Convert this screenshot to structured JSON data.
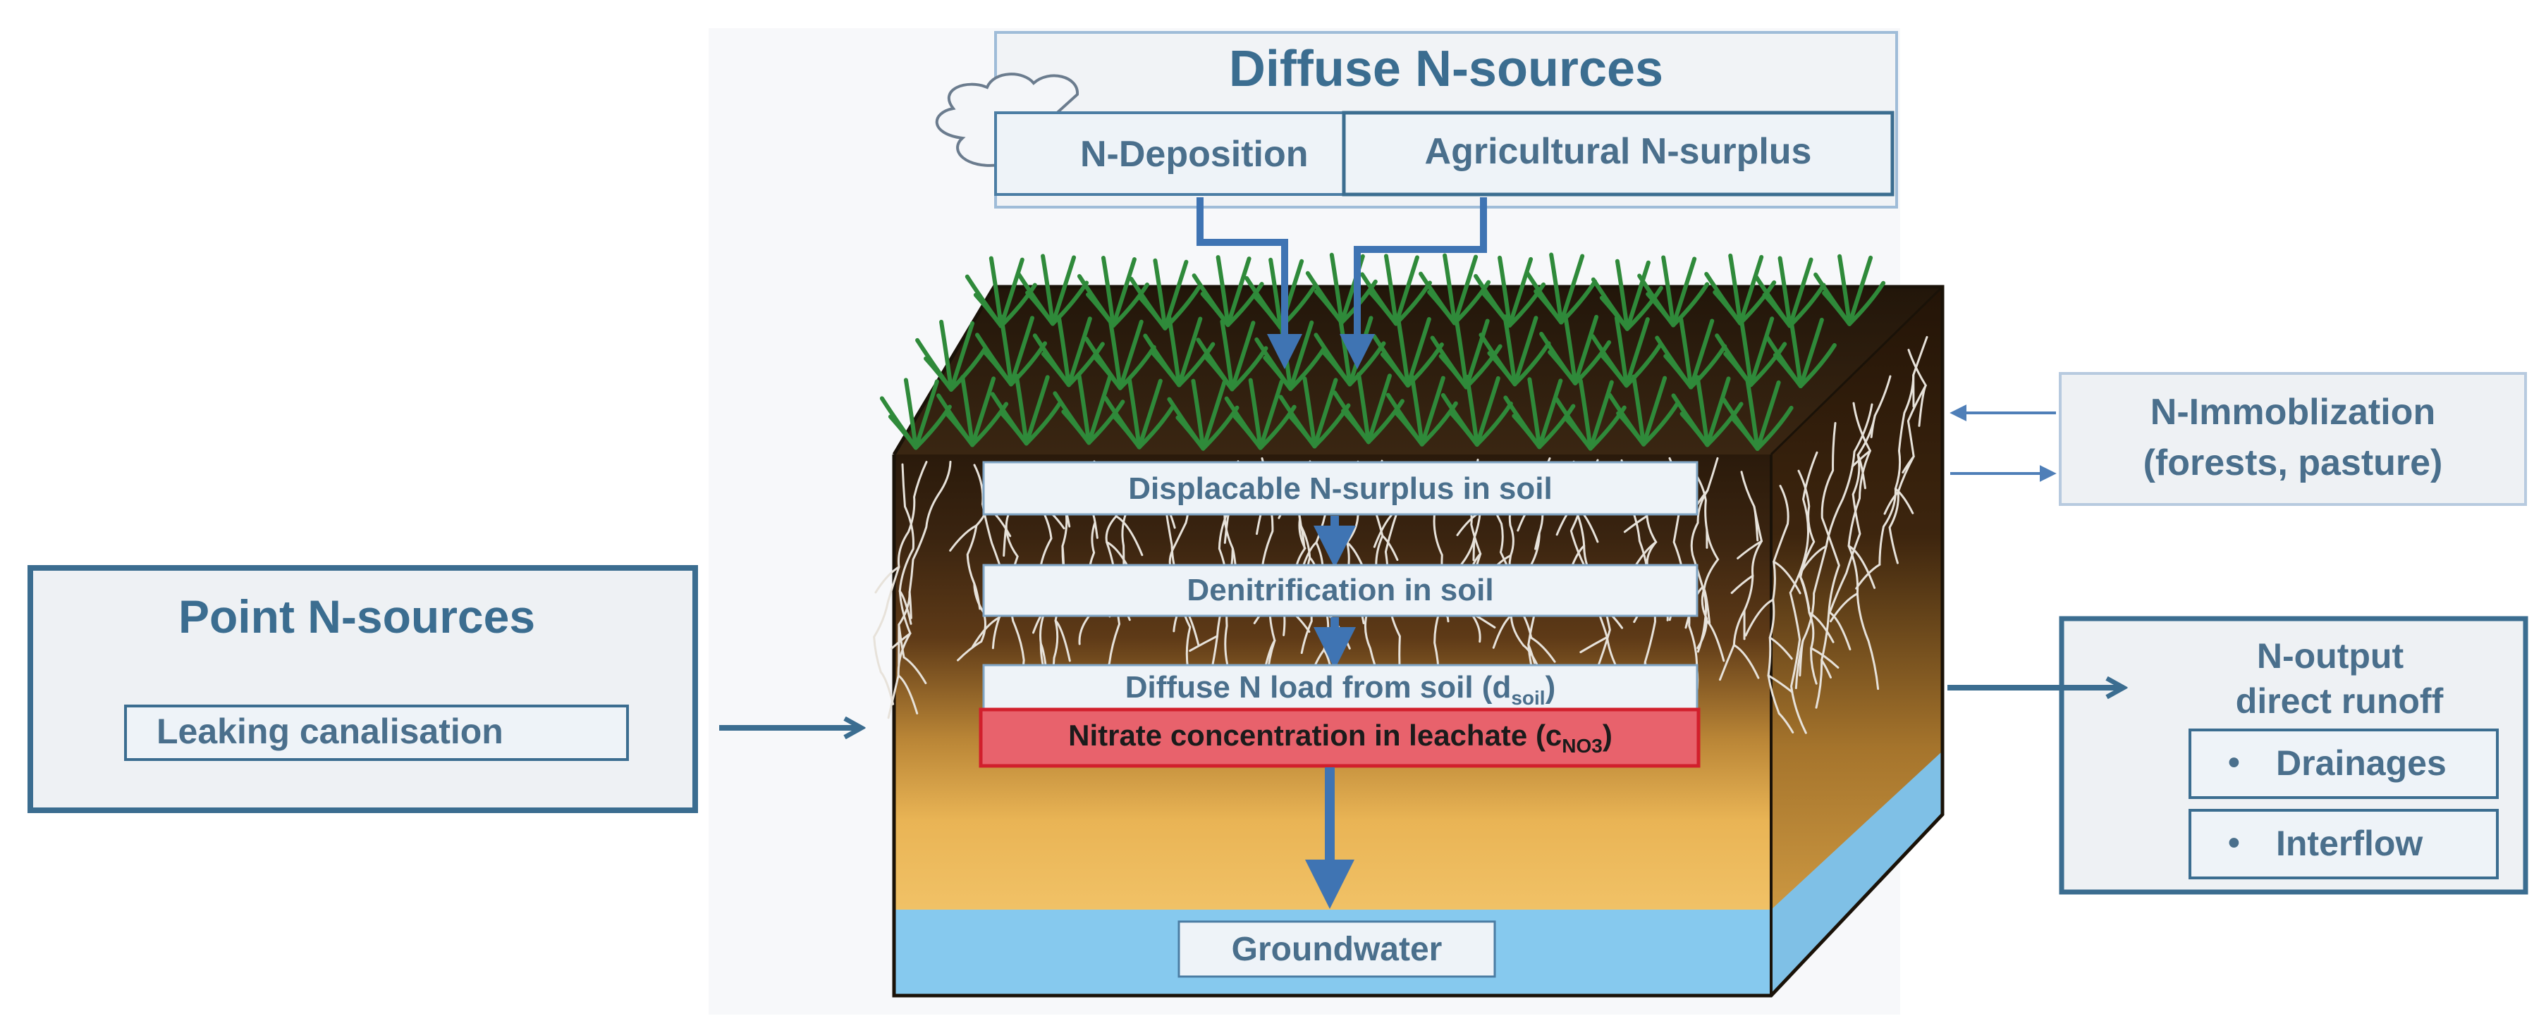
{
  "diffuse_sources": {
    "title": "Diffuse N-sources",
    "deposition": "N-Deposition",
    "agricultural": "Agricultural  N-surplus"
  },
  "soil_boxes": {
    "displacable": "Displacable N-surplus  in soil",
    "denitrification": "Denitrification in soil",
    "diffuse_load_main": "Diffuse N load  from soil (d",
    "diffuse_load_sub": "soil",
    "diffuse_load_end": ")",
    "nitrate_main": "Nitrate concentration in leachate (c",
    "nitrate_sub": "NO3",
    "nitrate_end": ")",
    "groundwater": "Groundwater"
  },
  "point_sources": {
    "title": "Point N-sources",
    "item": "Leaking canalisation"
  },
  "immobilization": {
    "line1": "N-Immoblization",
    "line2": "(forests, pasture)"
  },
  "output": {
    "line1": "N-output",
    "line2": "direct runoff",
    "items": [
      "Drainages",
      "Interflow"
    ],
    "bullet": "•"
  },
  "colors": {
    "title_blue": "#3b6d90",
    "label_blue": "#4a6f8c",
    "arrow_blue": "#3f74b3",
    "nitrate_red": "#e8626c",
    "groundwater": "#86c9ee",
    "soil_dark": "#2c1c0d"
  }
}
